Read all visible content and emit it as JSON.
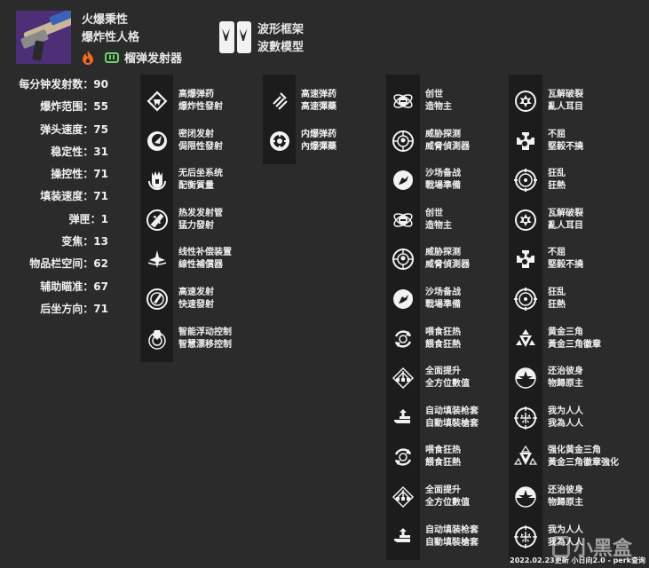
{
  "weapon": {
    "name_cn_simplified": "火爆秉性",
    "name_cn_traditional": "爆炸性人格",
    "element": "solar",
    "element_color": "#f26b21",
    "ammo_type": "special",
    "ammo_color": "#6bd46b",
    "type": "榴弹发射器"
  },
  "frame": {
    "icon": "wave-frame-icon",
    "name_simplified": "波形框架",
    "name_traditional": "波數模型"
  },
  "stats": [
    {
      "label": "每分钟发射数",
      "value": "90"
    },
    {
      "label": "爆炸范围",
      "value": "55"
    },
    {
      "label": "弹头速度",
      "value": "75"
    },
    {
      "label": "稳定性",
      "value": "31"
    },
    {
      "label": "操控性",
      "value": "71"
    },
    {
      "label": "填装速度",
      "value": "71"
    },
    {
      "label": "弹匣",
      "value": "1"
    },
    {
      "label": "变焦",
      "value": "13"
    },
    {
      "label": "物品栏空间",
      "value": "62"
    },
    {
      "label": "辅助瞄准",
      "value": "67"
    },
    {
      "label": "后坐方向",
      "value": "71"
    }
  ],
  "perk_columns": [
    {
      "perks": [
        {
          "icon": "high-explosive-ordnance-icon",
          "simplified": "高爆弹药",
          "traditional": "爆炸性發射"
        },
        {
          "icon": "confined-launch-icon",
          "simplified": "密闭发射",
          "traditional": "侷限性發射"
        },
        {
          "icon": "countermass-icon",
          "simplified": "无后坐系统",
          "traditional": "配衡質量"
        },
        {
          "icon": "hard-launch-icon",
          "simplified": "热发发射管",
          "traditional": "猛力發射"
        },
        {
          "icon": "linear-compensator-icon",
          "simplified": "线性补偿装置",
          "traditional": "線性補償器"
        },
        {
          "icon": "quick-launch-icon",
          "simplified": "高速发射",
          "traditional": "快速發射"
        },
        {
          "icon": "smart-drift-control-icon",
          "simplified": "智能浮动控制",
          "traditional": "智慧漂移控制"
        }
      ]
    },
    {
      "perks": [
        {
          "icon": "high-velocity-rounds-icon",
          "simplified": "高速弹药",
          "traditional": "高速彈藥"
        },
        {
          "icon": "implosion-rounds-icon",
          "simplified": "内爆弹药",
          "traditional": "內爆彈藥"
        }
      ]
    },
    {
      "perks": [
        {
          "icon": "demolitionist-icon",
          "simplified": "创世",
          "traditional": "造物主"
        },
        {
          "icon": "threat-detector-icon",
          "simplified": "威胁探测",
          "traditional": "威脅偵測器"
        },
        {
          "icon": "field-prep-icon",
          "simplified": "沙场备战",
          "traditional": "戰場準備"
        },
        {
          "icon": "demolitionist-icon",
          "simplified": "创世",
          "traditional": "造物主"
        },
        {
          "icon": "threat-detector-icon",
          "simplified": "威胁探测",
          "traditional": "威脅偵測器"
        },
        {
          "icon": "field-prep-icon",
          "simplified": "沙场备战",
          "traditional": "戰場準備"
        },
        {
          "icon": "feeding-frenzy-icon",
          "simplified": "喂食狂热",
          "traditional": "餵食狂熱"
        },
        {
          "icon": "ambitious-assassin-icon",
          "simplified": "全面提升",
          "traditional": "全方位數值"
        },
        {
          "icon": "auto-loading-holster-icon",
          "simplified": "自动填装枪套",
          "traditional": "自動填裝槍套"
        },
        {
          "icon": "feeding-frenzy-icon",
          "simplified": "喂食狂热",
          "traditional": "餵食狂熱"
        },
        {
          "icon": "ambitious-assassin-icon",
          "simplified": "全面提升",
          "traditional": "全方位數值"
        },
        {
          "icon": "auto-loading-holster-icon",
          "simplified": "自动填装枪套",
          "traditional": "自動填裝槍套"
        }
      ]
    },
    {
      "perks": [
        {
          "icon": "disruption-break-icon",
          "simplified": "瓦解破裂",
          "traditional": "亂人耳目"
        },
        {
          "icon": "unrelenting-icon",
          "simplified": "不屈",
          "traditional": "堅毅不撓"
        },
        {
          "icon": "frenzy-icon",
          "simplified": "狂乱",
          "traditional": "狂熱"
        },
        {
          "icon": "disruption-break-icon",
          "simplified": "瓦解破裂",
          "traditional": "亂人耳目"
        },
        {
          "icon": "unrelenting-icon",
          "simplified": "不屈",
          "traditional": "堅毅不撓"
        },
        {
          "icon": "frenzy-icon",
          "simplified": "狂乱",
          "traditional": "狂熱"
        },
        {
          "icon": "golden-tricorn-icon",
          "simplified": "黄金三角",
          "traditional": "黃金三角徽章"
        },
        {
          "icon": "reconstruction-icon",
          "simplified": "还治彼身",
          "traditional": "物歸原主"
        },
        {
          "icon": "one-for-all-icon",
          "simplified": "我为人人",
          "traditional": "我為人人"
        },
        {
          "icon": "golden-tricorn-enhanced-icon",
          "simplified": "强化黄金三角",
          "traditional": "黃金三角徽章強化"
        },
        {
          "icon": "reconstruction-icon",
          "simplified": "还治彼身",
          "traditional": "物歸原主"
        },
        {
          "icon": "one-for-all-icon",
          "simplified": "我为人人",
          "traditional": "我為人人"
        }
      ]
    }
  ],
  "watermark": "小黑盒",
  "footer": "2022.02.23更新 小日向2.0 - perk查询"
}
